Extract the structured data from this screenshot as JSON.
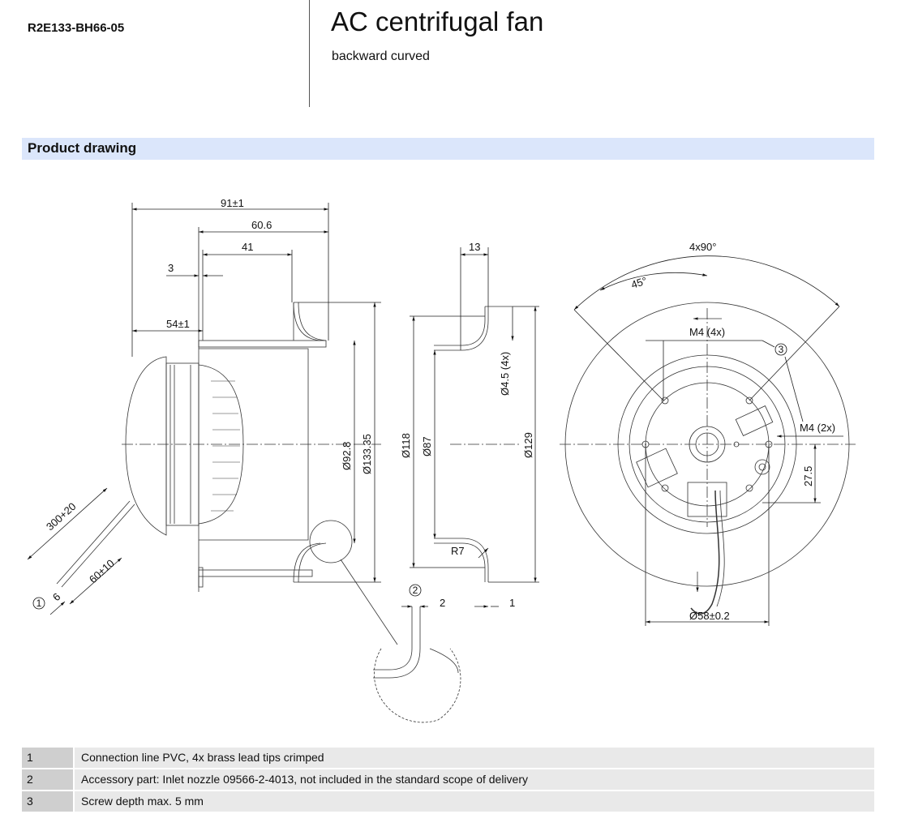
{
  "header": {
    "model": "R2E133-BH66-05",
    "title": "AC centrifugal fan",
    "subtitle": "backward curved"
  },
  "section": {
    "title": "Product drawing"
  },
  "drawing": {
    "dims": {
      "d91": "91±1",
      "d60_6": "60.6",
      "d41": "41",
      "d3": "3",
      "d54": "54±1",
      "dia92_8": "Ø92.8",
      "dia133_35": "Ø133.35",
      "cable300": "300+20",
      "cable60": "60±10",
      "d6": "6",
      "d13": "13",
      "dia118": "Ø118",
      "dia87": "Ø87",
      "dia129": "Ø129",
      "dia4_5": "Ø4.5 (4x)",
      "r7": "R7",
      "d2": "2",
      "d1": "1",
      "a4x90": "4x90°",
      "a45": "45°",
      "m4_4x": "M4 (4x)",
      "m4_2x": "M4 (2x)",
      "d27_5": "27.5",
      "dia58": "Ø58±0.2"
    },
    "callouts": {
      "c1": "1",
      "c2": "2",
      "c3": "3"
    }
  },
  "legend": [
    {
      "num": "1",
      "text": "Connection line PVC, 4x brass lead tips crimped"
    },
    {
      "num": "2",
      "text": "Accessory part: Inlet nozzle 09566-2-4013, not included in the standard scope of delivery"
    },
    {
      "num": "3",
      "text": "Screw depth max. 5 mm"
    }
  ]
}
